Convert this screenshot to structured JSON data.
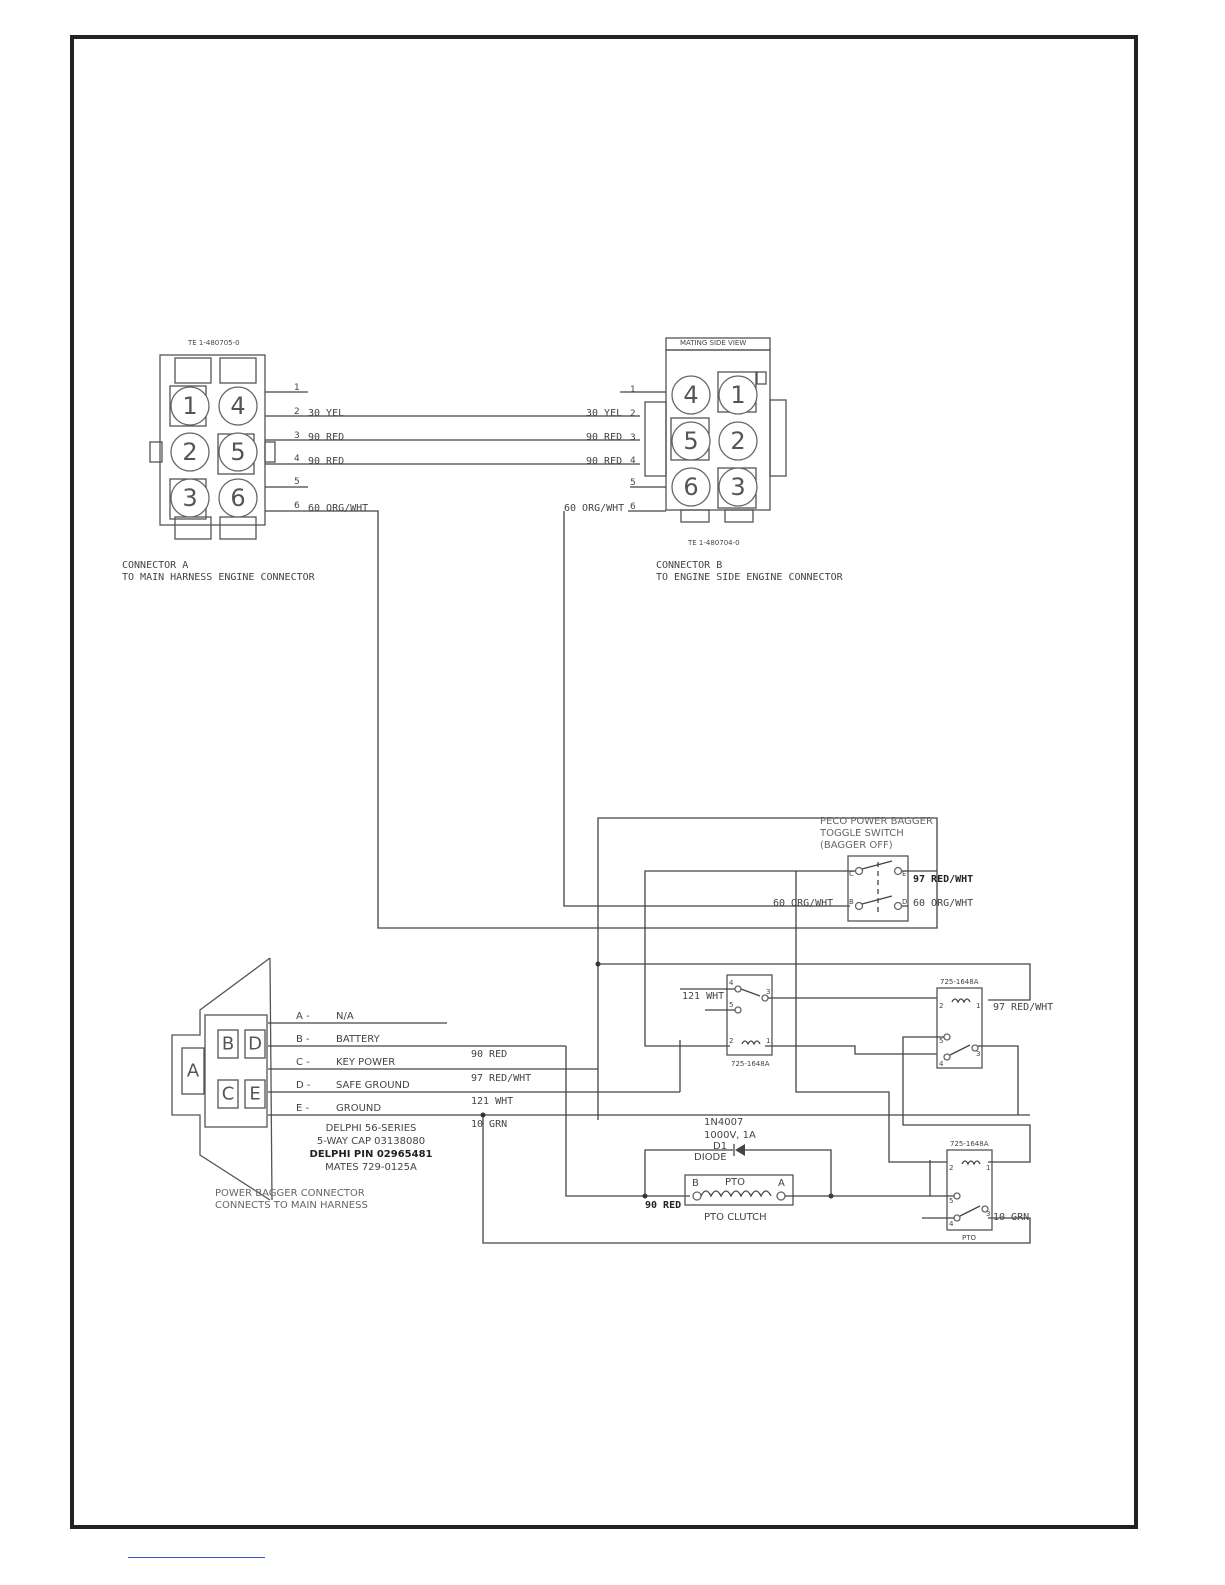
{
  "connector_a": {
    "part_number": "TE 1-480705-0",
    "pins": [
      "1",
      "4",
      "2",
      "5",
      "3",
      "6"
    ],
    "wire_numbers": [
      "1",
      "2",
      "3",
      "4",
      "5",
      "6"
    ],
    "wire_labels": [
      "30 YEL",
      "90 RED",
      "90 RED",
      "60 ORG/WHT"
    ],
    "caption_line1": "CONNECTOR A",
    "caption_line2": "TO MAIN HARNESS ENGINE CONNECTOR"
  },
  "connector_b": {
    "header": "MATING SIDE VIEW",
    "part_number": "TE 1-480704-0",
    "pins": [
      "4",
      "1",
      "5",
      "2",
      "6",
      "3"
    ],
    "wire_numbers": [
      "1",
      "2",
      "3",
      "4",
      "5",
      "6"
    ],
    "wire_labels": [
      "30 YEL",
      "90 RED",
      "90 RED",
      "60 ORG/WHT"
    ],
    "caption_line1": "CONNECTOR B",
    "caption_line2": "TO ENGINE SIDE ENGINE CONNECTOR"
  },
  "toggle_switch": {
    "title_line1": "PECO POWER BAGGER",
    "title_line2": "TOGGLE SWITCH",
    "title_line3": "(BAGGER OFF)",
    "terminals": [
      "C",
      "E",
      "B",
      "D"
    ],
    "wire_right_top": "97 RED/WHT",
    "wire_right_bottom": "60 ORG/WHT",
    "wire_left": "60 ORG/WHT"
  },
  "power_bagger_connector": {
    "cavities": [
      "B",
      "D",
      "A",
      "C",
      "E"
    ],
    "pins": [
      {
        "letter": "A -",
        "function": "N/A"
      },
      {
        "letter": "B -",
        "function": "BATTERY"
      },
      {
        "letter": "C -",
        "function": "KEY POWER"
      },
      {
        "letter": "D -",
        "function": "SAFE GROUND"
      },
      {
        "letter": "E -",
        "function": "GROUND"
      }
    ],
    "wires": [
      "90 RED",
      "97 RED/WHT",
      "121 WHT",
      "10 GRN"
    ],
    "spec_line1": "DELPHI 56-SERIES",
    "spec_line2": "5-WAY CAP 03138080",
    "spec_line3": "DELPHI PIN 02965481",
    "spec_line4": "MATES 729-0125A",
    "caption_line1": "POWER BAGGER CONNECTOR",
    "caption_line2": "CONNECTS TO MAIN HARNESS"
  },
  "relays": {
    "relay1": {
      "part": "725-1648A",
      "wire": "121 WHT",
      "terminals": [
        "4",
        "5",
        "3",
        "2",
        "1"
      ]
    },
    "relay2": {
      "part": "725-1648A",
      "wire": "97 RED/WHT",
      "terminals": [
        "2",
        "1",
        "5",
        "4",
        "3"
      ]
    },
    "relay3": {
      "part": "725-1648A",
      "label": "PTO",
      "wire": "10 GRN",
      "terminals": [
        "2",
        "1",
        "5",
        "4",
        "3"
      ]
    }
  },
  "diode": {
    "line1": "1N4007",
    "line2": "1000V, 1A",
    "line3": "D1",
    "line4": "DIODE"
  },
  "pto_clutch": {
    "label": "PTO",
    "terminal_b": "B",
    "terminal_a": "A",
    "caption": "PTO CLUTCH",
    "wire": "90 RED"
  }
}
